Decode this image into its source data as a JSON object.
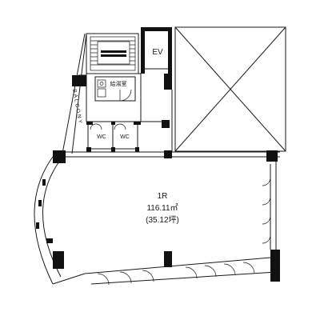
{
  "labels": {
    "ev": "EV",
    "office_name": "1R",
    "area_m2": "116.11㎡",
    "area_tsubo": "(35.12坪)",
    "utility_room": "給湯室",
    "wc_left": "WC",
    "wc_right": "WC",
    "balcony": "BALCONY"
  }
}
